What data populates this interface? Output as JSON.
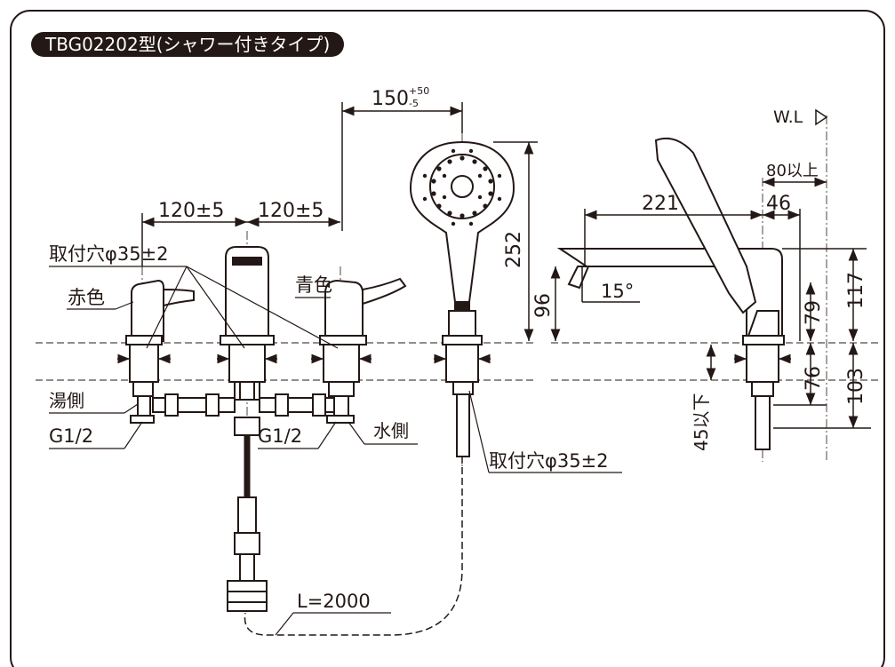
{
  "title": "TBG02202型(シャワー付きタイプ)",
  "colors": {
    "ink": "#231815",
    "paper": "#ffffff",
    "badge_bg": "#231815",
    "badge_text": "#ffffff"
  },
  "labels": {
    "spacing_left": "120±5",
    "spacing_right": "120±5",
    "mount_hole_top": "取付穴φ35±2",
    "mount_hole_bottom": "取付穴φ35±2",
    "red": "赤色",
    "blue": "青色",
    "hot_side": "湯側",
    "cold_side": "水側",
    "thread_left": "G1/2",
    "thread_right": "G1/2",
    "hose_length": "L=2000"
  },
  "dimensions": {
    "shower_offset": "150",
    "shower_offset_tol_plus": "+50",
    "shower_offset_tol_minus": "-5",
    "shower_height": "252",
    "water_level": "W.L",
    "wall_clearance": "80以上",
    "spout_reach": "221",
    "spout_depth": "46",
    "spout_height": "96",
    "spout_angle": "15°",
    "body_height_79": "79",
    "overall_height_117": "117",
    "under_deck_76": "76",
    "under_deck_103": "103",
    "deck_thickness": "45以下"
  }
}
